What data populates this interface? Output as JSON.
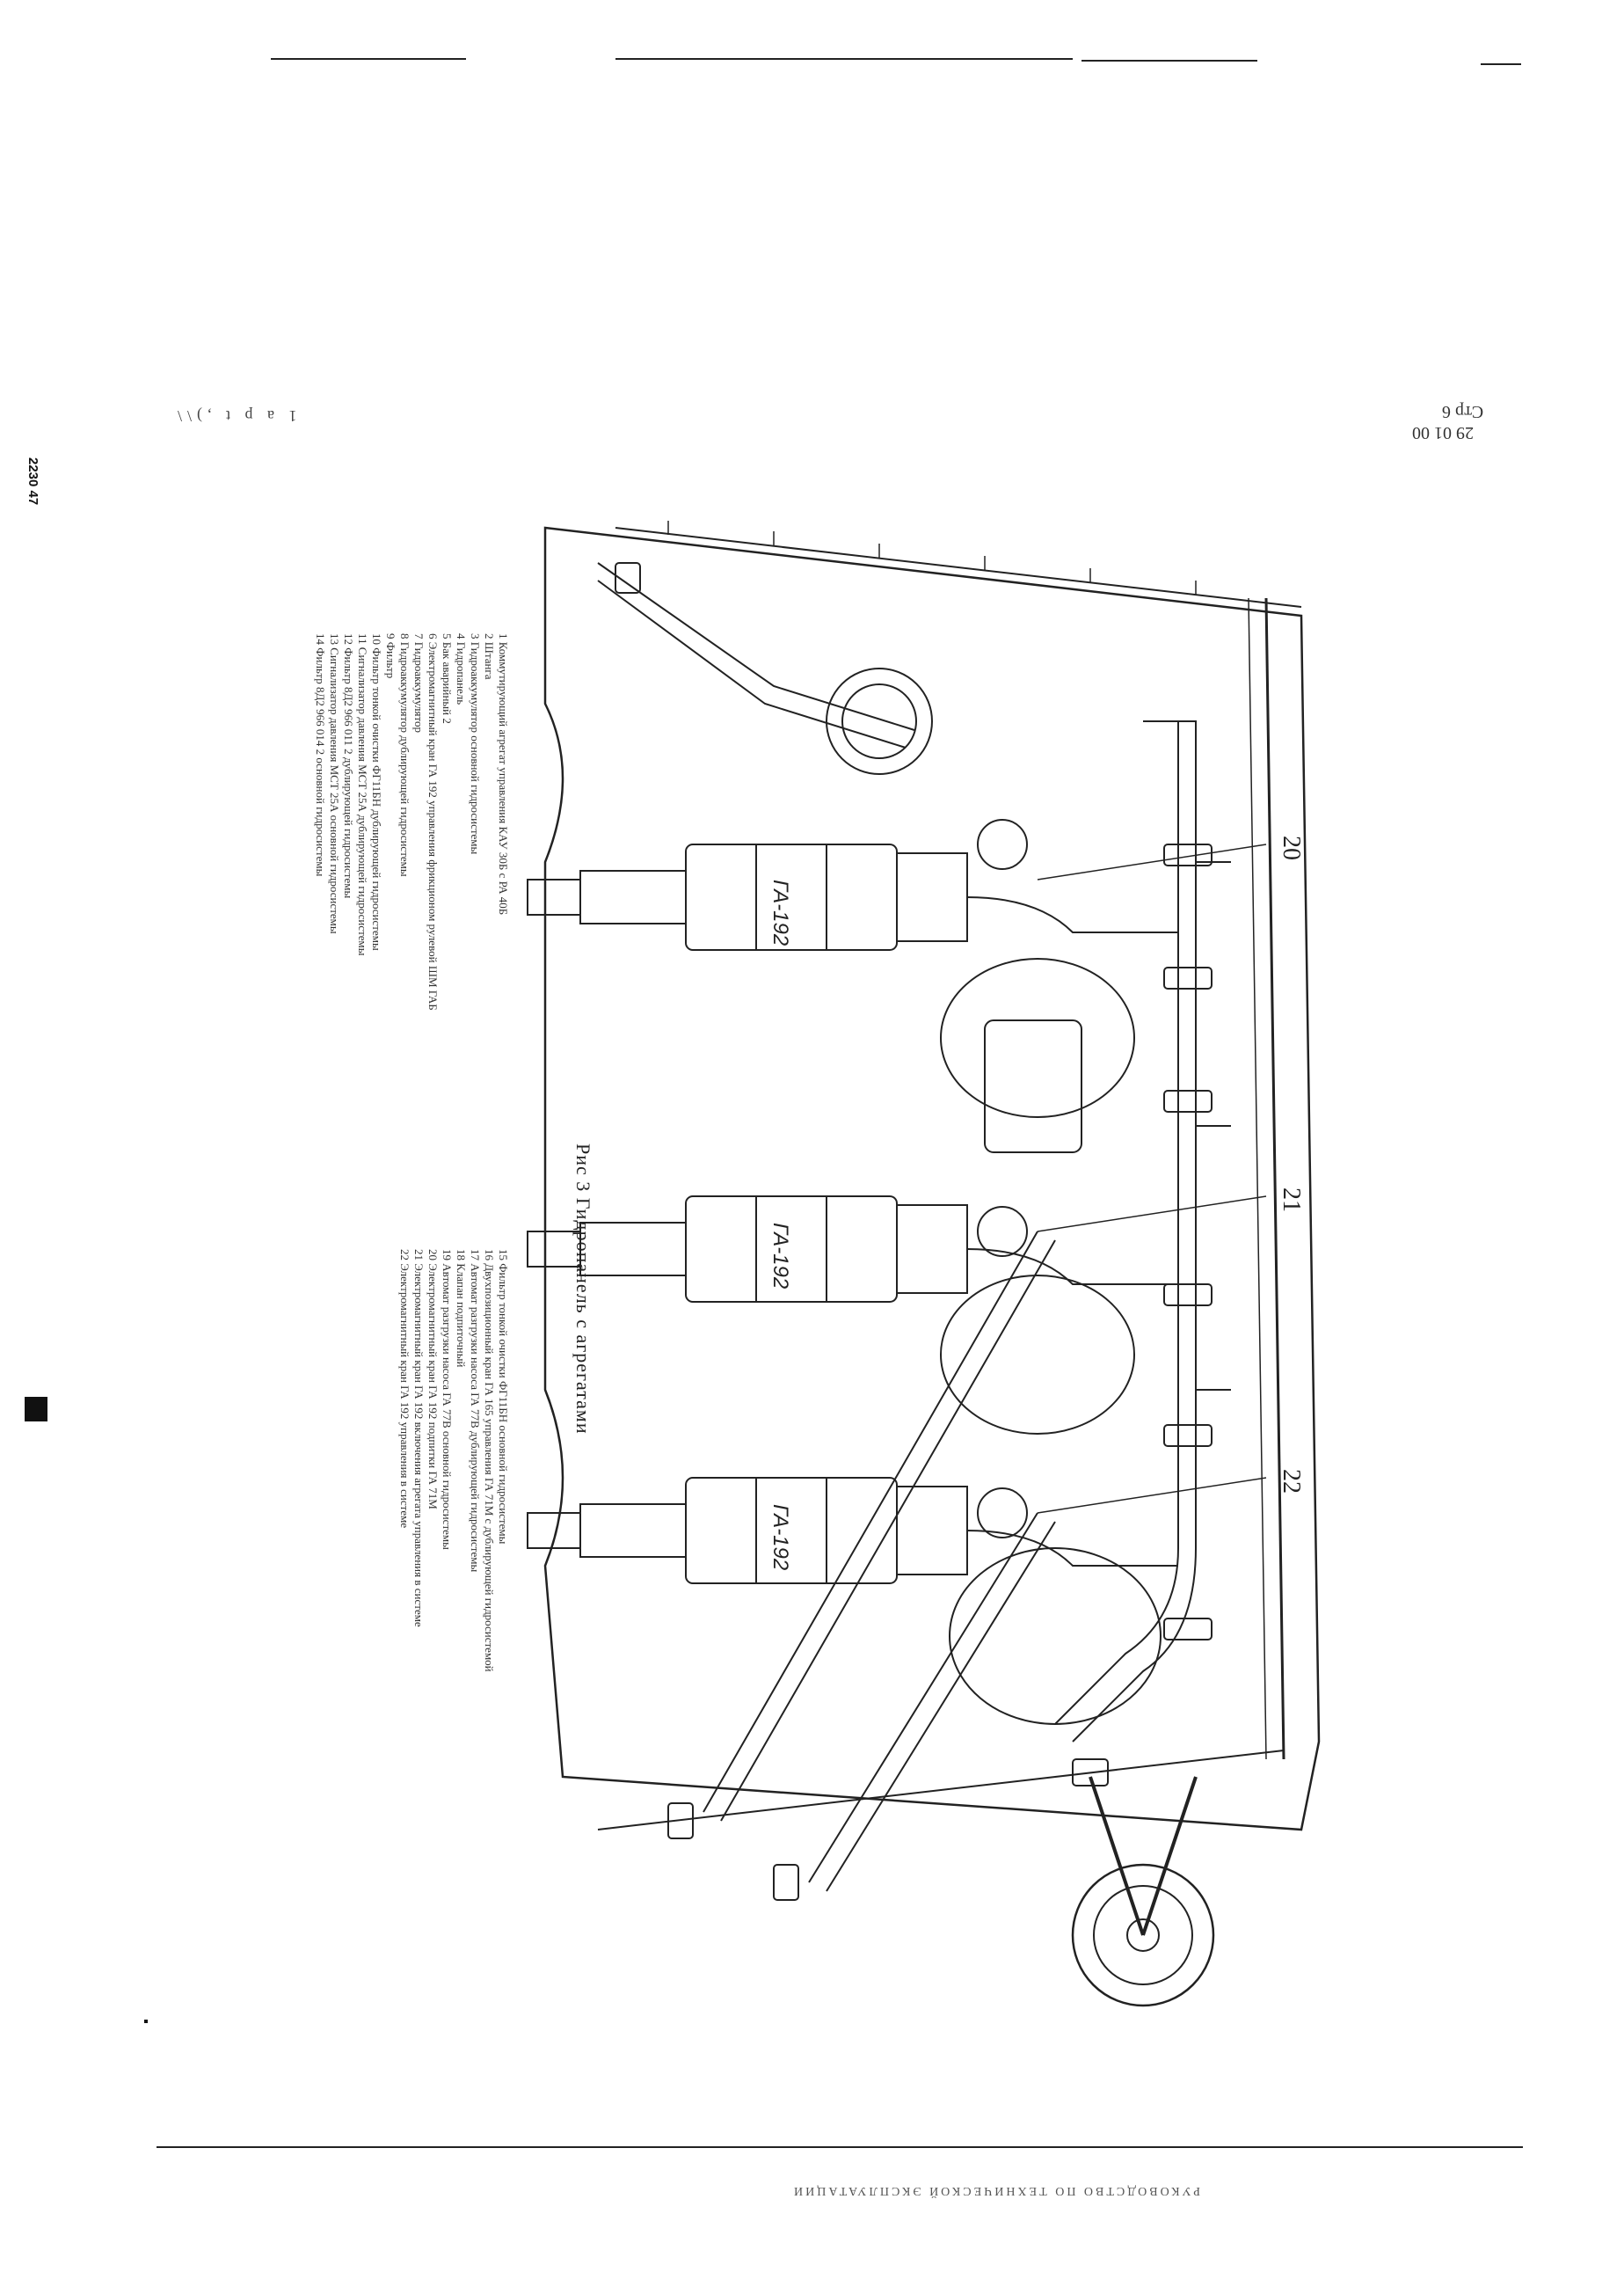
{
  "header": {
    "left_mark": "1 a p t  ,)\\\\"
  },
  "side_stamp": "2230 47",
  "page_ref": {
    "date": "29 01 00",
    "page": "Стр 6"
  },
  "figure": {
    "caption": "Рис 3 Гидропанель с агрегатами",
    "unit_label": "ГА-192",
    "callouts": [
      "20",
      "21",
      "22"
    ]
  },
  "legend": {
    "left_column": [
      "1 Коммутирующий агрегат управления КАУ 30Б с РА 40Б",
      "2 Штанга",
      "3 Гидроаккумулятор основной гидросистемы",
      "4 Гидропанель",
      "5 Бак аварийный 2",
      "6 Электромагнитный кран ГА 192 управления фрикционом рулевой ШМ ГАБ",
      "7 Гидроаккумулятор",
      "8 Гидроаккумулятор дублирующей гидросистемы",
      "9 Фильтр",
      "10 Фильтр тонкой очистки ФГ11БН дублирующей гидросистемы",
      "11 Сигнализатор давления МСТ 25А дублирующей гидросистемы",
      "12 Фильтр 8Д2 966 011 2 дублирующей гидросистемы",
      "13 Сигнализатор давления МСТ 25А основной гидросистемы",
      "14 Фильтр 8Д2 966 014 2 основной гидросистемы"
    ],
    "right_column": [
      "15 Фильтр тонкой очистки ФГ11БН основной гидросистемы",
      "16 Двухпозиционный кран ГА 165 управления ГА 71М с дублирующей гидросистемой",
      "17 Автомат разгрузки насоса ГА 77В дублирующей гидросистемы",
      "18 Клапан подпиточный",
      "19 Автомат разгрузки насоса ГА 77В основной гидросистемы",
      "20 Электромагнитный кран ГА 192 подпитки ГА 71М",
      "21 Электромагнитный кран ГА 192 включения агрегата управления в системе",
      "22 Электромагнитный кран ГА 192 управления в системе"
    ]
  },
  "footer": {
    "text": "РУКОВОДСТВО ПО ТЕХНИЧЕСКОЙ ЭКСПЛУАТАЦИИ"
  }
}
